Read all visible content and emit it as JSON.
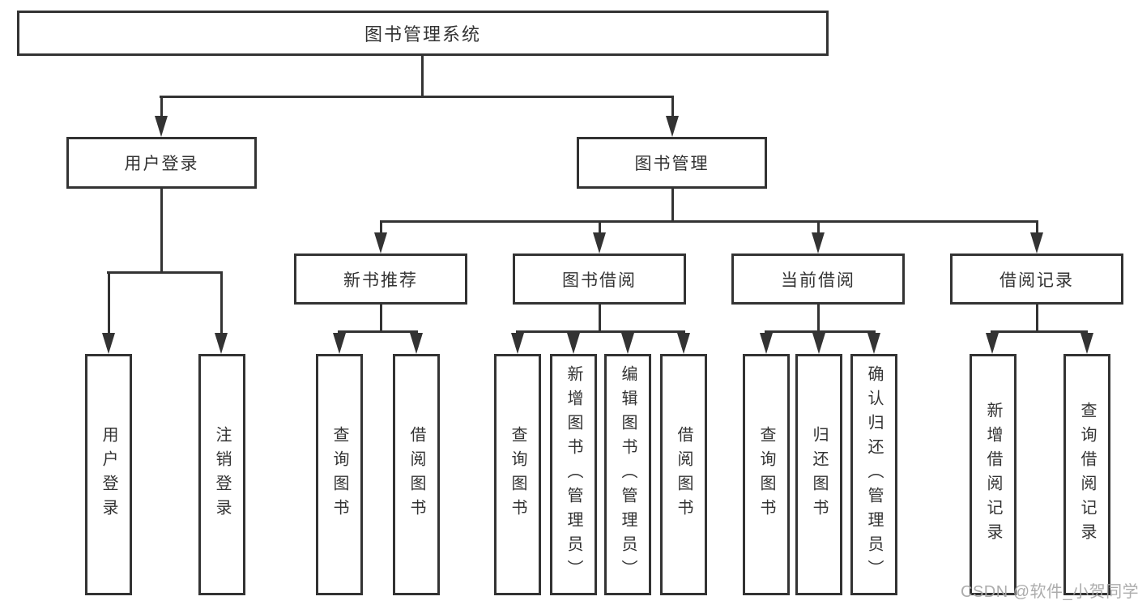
{
  "diagram": {
    "root": "图书管理系统",
    "user": {
      "label": "用户登录",
      "children": [
        "用户登录",
        "注销登录"
      ]
    },
    "mgmt": {
      "label": "图书管理",
      "sections": [
        {
          "label": "新书推荐",
          "children": [
            "查询图书",
            "借阅图书"
          ]
        },
        {
          "label": "图书借阅",
          "children": [
            "查询图书",
            "新增图书（管理员）",
            "编辑图书（管理员）",
            "借阅图书"
          ]
        },
        {
          "label": "当前借阅",
          "children": [
            "查询图书",
            "归还图书",
            "确认归还（管理员）"
          ]
        },
        {
          "label": "借阅记录",
          "children": [
            "新增借阅记录",
            "查询借阅记录"
          ]
        }
      ]
    }
  },
  "watermark": "CSDN @软件_小贺同学",
  "colors": {
    "line": "#333333",
    "text": "#333333",
    "watermark": "#a8a8a8",
    "background": "#ffffff"
  }
}
